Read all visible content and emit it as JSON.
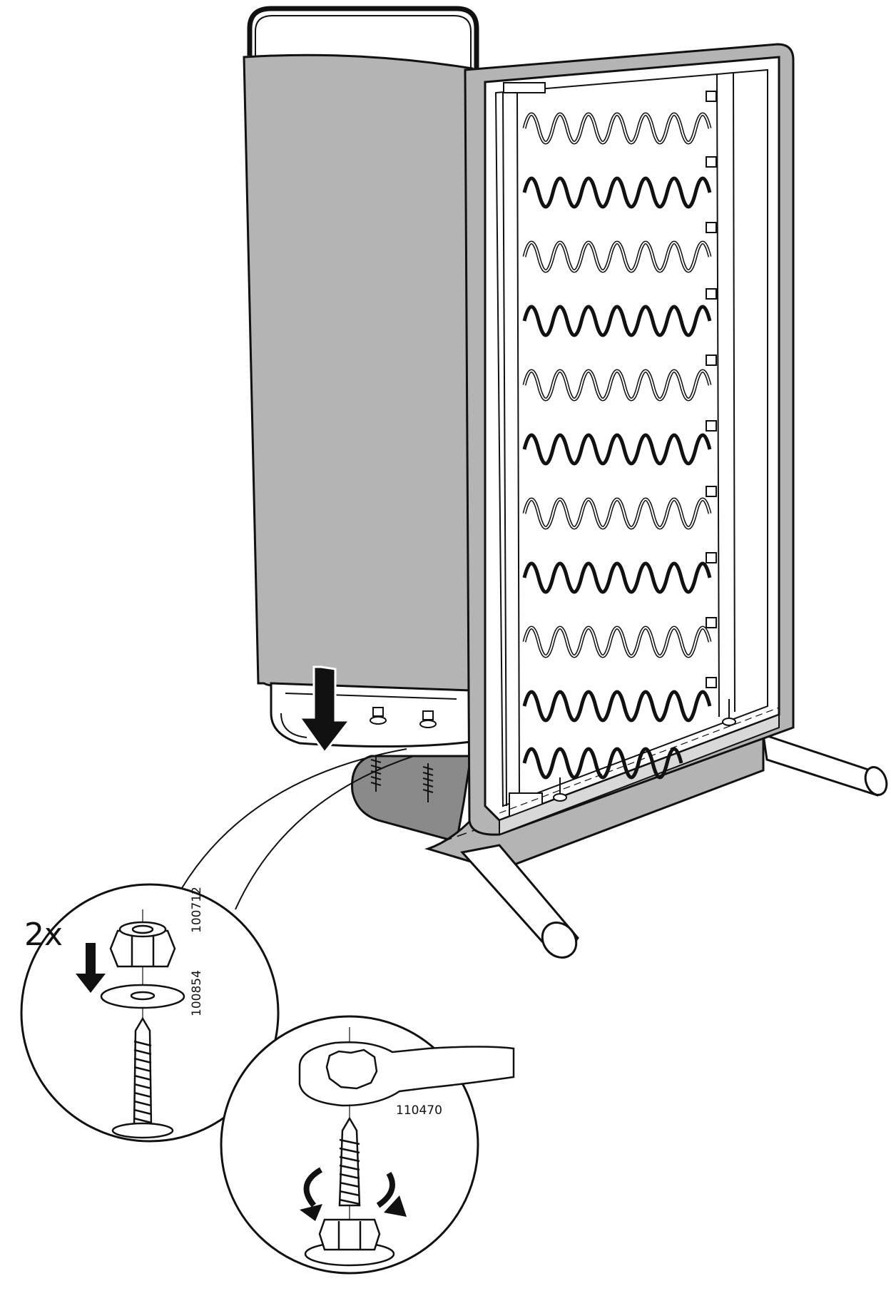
{
  "instruction": {
    "quantity": "2x",
    "parts": [
      {
        "id": "nut",
        "part_number": "100712"
      },
      {
        "id": "washer",
        "part_number": "100854"
      },
      {
        "id": "wrench",
        "part_number": "110470"
      }
    ]
  },
  "colors": {
    "upholstery_gray": "#b4b4b4",
    "line_black": "#111111",
    "frame_white": "#ffffff",
    "shadow_gray": "#8a8a8a"
  },
  "icons": [
    "down-arrow-icon",
    "rotate-arrow-icon",
    "hex-nut-icon",
    "washer-icon",
    "bolt-icon",
    "wrench-icon"
  ]
}
